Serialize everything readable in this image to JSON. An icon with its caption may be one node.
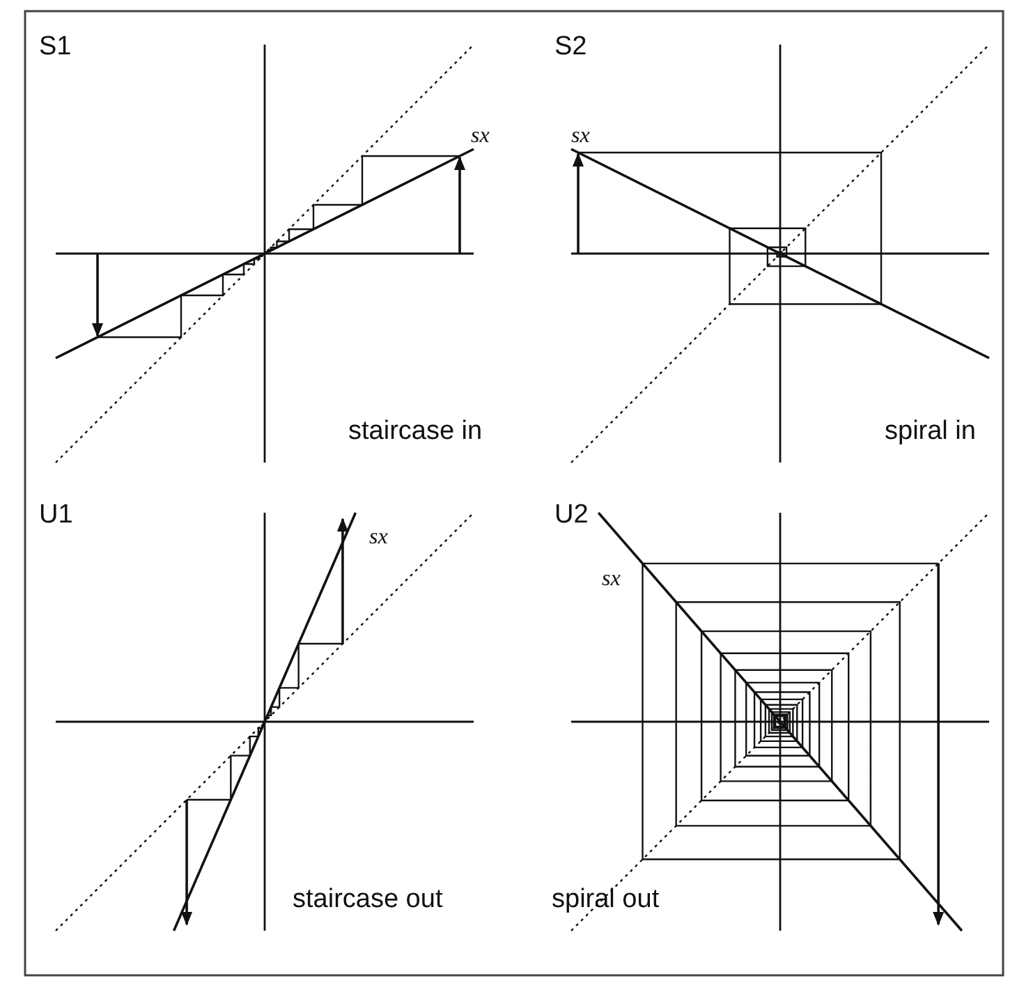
{
  "diagram": {
    "labels": [
      "S1",
      "sx",
      "S2",
      "sx",
      "staircase in",
      "spiral in",
      "U1",
      "sx",
      "U2",
      "sx",
      "staircase out",
      "spiral out"
    ]
  }
}
